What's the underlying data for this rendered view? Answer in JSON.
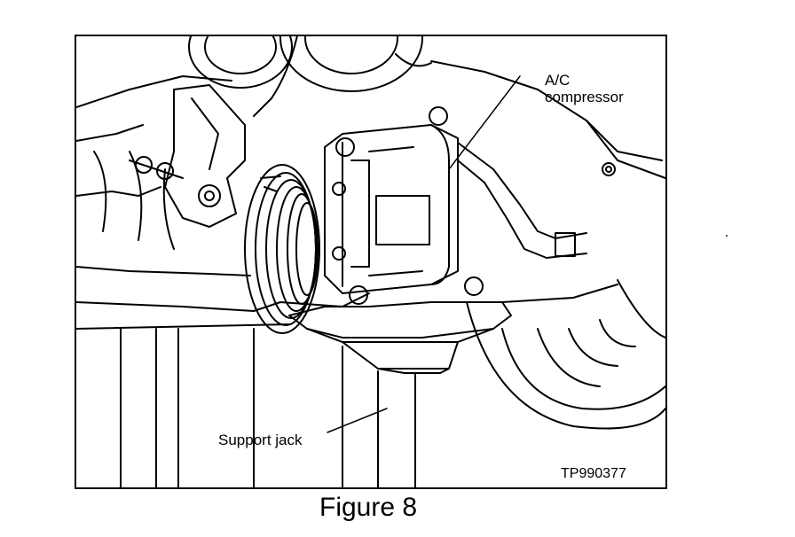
{
  "figure": {
    "caption": "Figure 8",
    "code": "TP990377",
    "labels": {
      "ac_line1": "A/C",
      "ac_line2": "compressor",
      "support_jack": "Support jack"
    }
  },
  "colors": {
    "ink": "#000000",
    "paper": "#ffffff"
  }
}
